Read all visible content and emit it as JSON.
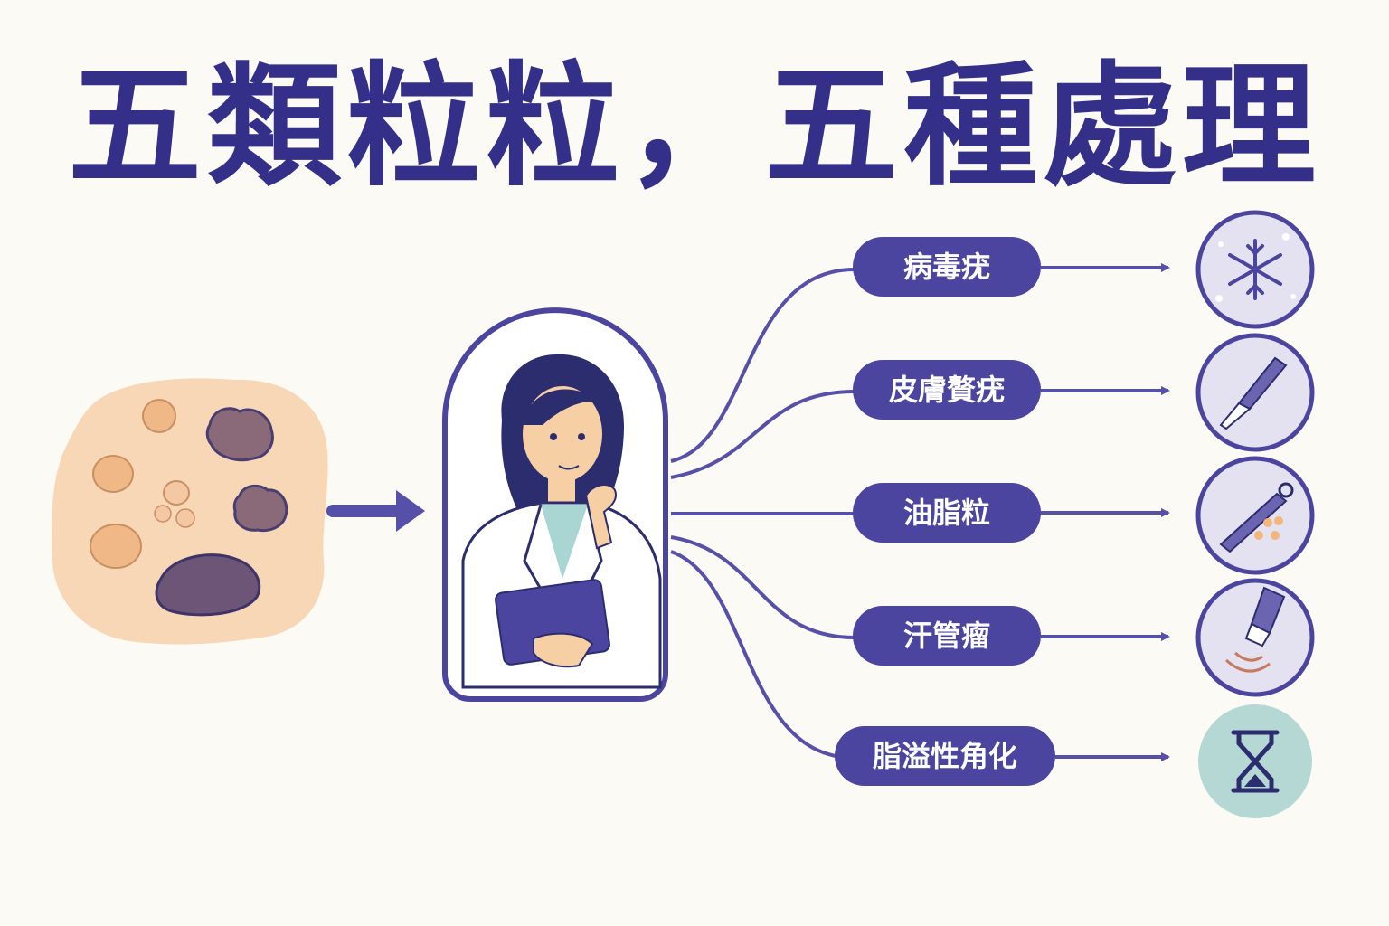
{
  "title": "五類粒粒，五種處理",
  "colors": {
    "primary": "#34308a",
    "accent": "#5750a8",
    "background": "#fcfaf4",
    "skin": "#f7d3b0",
    "circle_fill": "#e4e1f1",
    "hourglass_fill": "#b5d8d4"
  },
  "categories": [
    {
      "label": "病毒疣",
      "icon": "snowflake-icon"
    },
    {
      "label": "皮膚贅疣",
      "icon": "scalpel-icon"
    },
    {
      "label": "油脂粒",
      "icon": "extractor-tool-icon"
    },
    {
      "label": "汗管瘤",
      "icon": "laser-device-icon"
    },
    {
      "label": "脂溢性角化",
      "icon": "hourglass-icon"
    }
  ]
}
